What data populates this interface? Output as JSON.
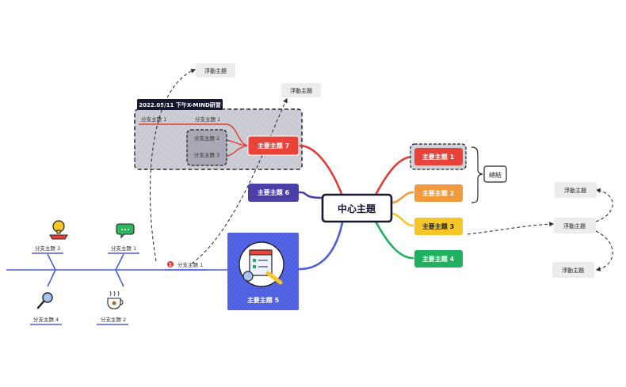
{
  "central": {
    "label": "中心主題"
  },
  "main_topics": {
    "t1": {
      "label": "主要主題 1",
      "color": "#e9423b"
    },
    "t2": {
      "label": "主要主題 2",
      "color": "#f39a3c"
    },
    "t3": {
      "label": "主要主題 3",
      "color": "#f6c628"
    },
    "t4": {
      "label": "主要主題 4",
      "color": "#1fb160"
    },
    "t5": {
      "label": "主要主題 5",
      "color": "#4d5fe0"
    },
    "t6": {
      "label": "主要主題 6",
      "color": "#4b3fa8"
    },
    "t7": {
      "label": "主要主題 7",
      "color": "#e9423b"
    }
  },
  "summary": {
    "label": "總結"
  },
  "boundary": {
    "label": "2022.05/11 下午X-MIND研習"
  },
  "floating": {
    "f1": "浮動主題",
    "f2": "浮動主題",
    "f3": "浮動主題",
    "f4": "浮動主題",
    "f5": "浮動主題"
  },
  "subtopics": {
    "b7a": "分支主題 1",
    "b7b": "分支主題 1",
    "b7c": "分支主題 2",
    "b7d": "分支主題 3",
    "fish1": "分支主題 3",
    "fish2": "分支主題 1",
    "fish3": "分支主題 4",
    "fish4": "分支主題 2",
    "fish_head": "分支主題 1"
  },
  "marker": {
    "number": "1"
  },
  "icons": {
    "stamp": "stamp-icon",
    "chat": "chat-bubble-icon",
    "magnifier": "magnifier-icon",
    "coffee": "coffee-icon",
    "checklist": "checklist-icon"
  }
}
